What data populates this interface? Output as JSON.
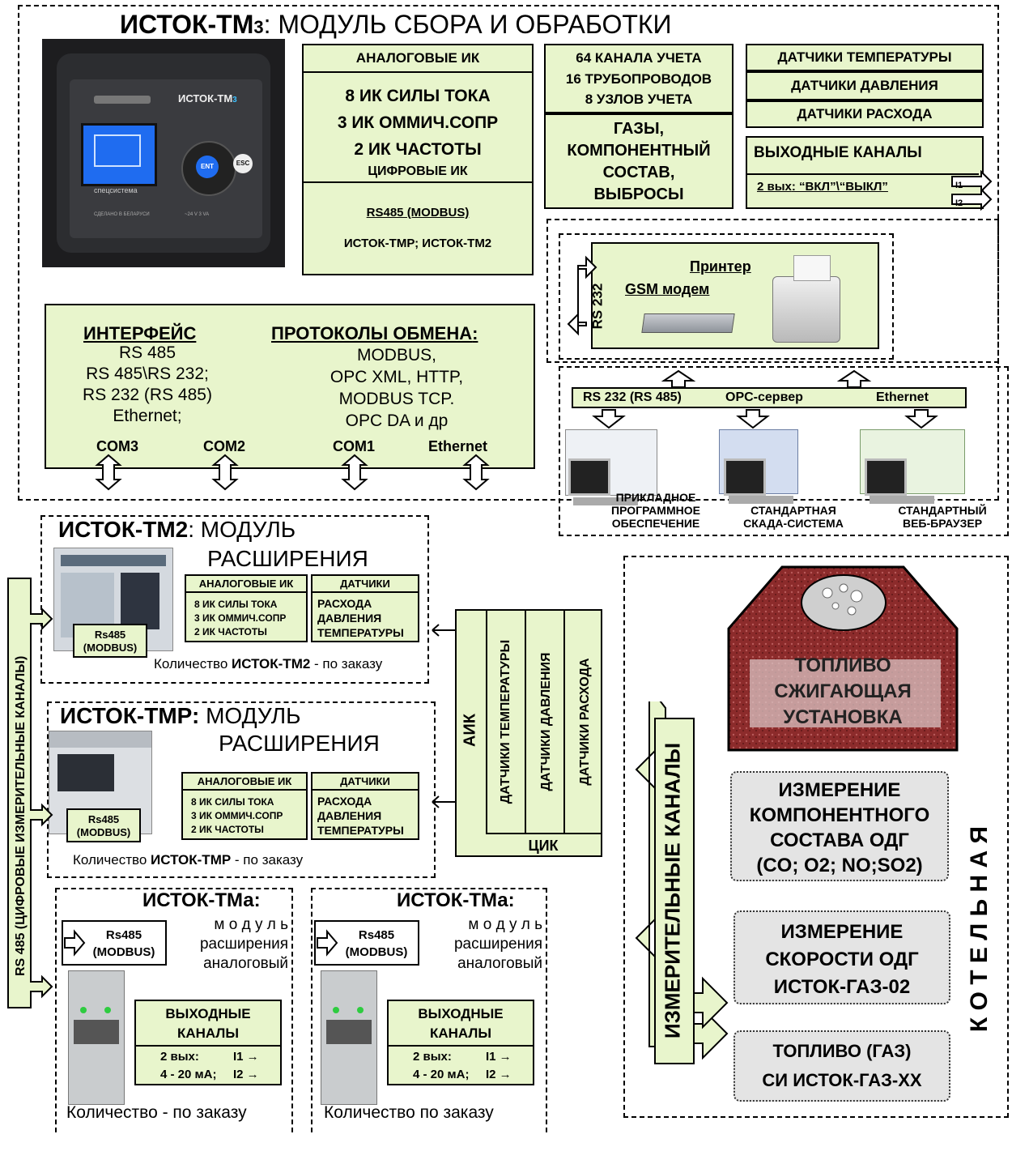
{
  "tm3": {
    "title_bold": "ИСТОК-ТМ",
    "title_sub": "3",
    "title_rest": ":   МОДУЛЬ СБОРА И ОБРАБОТКИ",
    "device_brand": "ИСТОК-ТМ",
    "device_brand_sub": "3",
    "device_maker": "спецсистема",
    "device_made": "СДЕЛАНО В БЕЛАРУСИ",
    "device_power": "~24 V   3 VA",
    "btn_ent": "ENT",
    "btn_esc": "ESC",
    "analog_header": "АНАЛОГОВЫЕ ИК",
    "analog_items": [
      "8 ИК СИЛЫ ТОКА",
      "3 ИК ОММИЧ.СОПР",
      "2 ИК ЧАСТОТЫ"
    ],
    "digital_label": "ЦИФРОВЫЕ ИК",
    "rs485_label": "RS485 (MODBUS)",
    "ext_modules": "ИСТОК-ТМР; ИСТОК-ТМ2",
    "accounting": [
      "64 КАНАЛА УЧЕТА",
      "16 ТРУБОПРОВОДОВ",
      "8 УЗЛОВ УЧЕТА"
    ],
    "gases": [
      "ГАЗЫ,",
      "КОМПОНЕНТНЫЙ",
      "СОСТАВ,",
      "ВЫБРОСЫ"
    ],
    "sensors": [
      "ДАТЧИКИ ТЕМПЕРАТУРЫ",
      "ДАТЧИКИ ДАВЛЕНИЯ",
      "ДАТЧИКИ РАСХОДА"
    ],
    "outputs_title": "ВЫХОДНЫЕ  КАНАЛЫ",
    "outputs_line_a": "2 вых",
    "outputs_line_b": ":  “ВКЛ”\\“ВЫКЛ”",
    "interface_title": "ИНТЕРФЕЙС",
    "interface_items": [
      "RS 485",
      "RS 485\\RS 232;",
      "RS 232 (RS 485)",
      "Ethernet;"
    ],
    "protocols_title": "ПРОТОКОЛЫ  ОБМЕНА",
    "protocols_items": [
      "MODBUS,",
      "OPC XML, HTTP,",
      "MODBUS TCP.",
      "OPC DA и др"
    ],
    "ports": [
      "COM3",
      "COM2",
      "COM1",
      "Ethernet"
    ]
  },
  "periph": {
    "printer": "Принтер",
    "gsm": "GSM модем",
    "rs232": "RS 232"
  },
  "software": {
    "bar_labels": [
      "RS 232 (RS 485)",
      "OPC-сервер",
      "Ethernet"
    ],
    "pc_labels": [
      [
        "ПРИКЛАДНОЕ",
        "ПРОГРАММНОЕ",
        "ОБЕСПЕЧЕНИЕ"
      ],
      [
        "СТАНДАРТНАЯ",
        "СКАДА-СИСТЕМА"
      ],
      [
        "СТАНДАРТНЫЙ",
        "ВЕБ-БРАУЗЕР"
      ]
    ]
  },
  "tm2": {
    "title_bold": "ИСТОК-ТМ2",
    "title_rest": ": МОДУЛЬ",
    "title_line2": "РАСШИРЕНИЯ",
    "analog_header": "АНАЛОГОВЫЕ ИК",
    "analog_items": [
      "8 ИК СИЛЫ ТОКА",
      "3 ИК ОММИЧ.СОПР",
      "2 ИК ЧАСТОТЫ"
    ],
    "sensor_header": "ДАТЧИКИ",
    "sensor_items": [
      "РАСХОДА",
      "ДАВЛЕНИЯ",
      "ТЕМПЕРАТУРЫ"
    ],
    "rs_label": [
      "Rs485",
      "(MODBUS)"
    ],
    "qty_a": "Количество ",
    "qty_b": "ИСТОК-ТМ2",
    "qty_c": " - по заказу"
  },
  "tmp": {
    "title_bold": "ИСТОК-ТМР:",
    "title_rest": "  МОДУЛЬ",
    "title_line2": "РАСШИРЕНИЯ",
    "analog_header": "АНАЛОГОВЫЕ ИК",
    "analog_items": [
      "8 ИК СИЛЫ ТОКА",
      "3 ИК ОММИЧ.СОПР",
      "2 ИК ЧАСТОТЫ"
    ],
    "sensor_header": "ДАТЧИКИ",
    "sensor_items": [
      "РАСХОДА",
      "ДАВЛЕНИЯ",
      "ТЕМПЕРАТУРЫ"
    ],
    "rs_label": [
      "Rs485",
      "(MODBUS)"
    ],
    "qty_a": "Количество ",
    "qty_b": "ИСТОК-ТМР",
    "qty_c": " -   по заказу"
  },
  "aik": {
    "aik": "АИК",
    "cols": [
      "ДАТЧИКИ ТЕМПЕРАТУРЫ",
      "ДАТЧИКИ ДАВЛЕНИЯ",
      "ДАТЧИКИ РАСХОДА"
    ],
    "cik": "ЦИК"
  },
  "bus": {
    "label": "RS 485    (ЦИФРОВЫЕ ИЗМЕРИТЕЛЬНЫЕ КАНАЛЫ)"
  },
  "tma": {
    "title": "ИСТОК-ТМа:",
    "sub": [
      "м о д у л ь",
      "расширения",
      "аналоговый"
    ],
    "rs_label": [
      "Rs485",
      "(MODBUS)"
    ],
    "out_title": [
      "ВЫХОДНЫЕ",
      "КАНАЛЫ"
    ],
    "out_lines": [
      "2 вых:",
      "4 - 20 мА;"
    ],
    "out_currents": [
      "I1 →",
      "I2 →"
    ],
    "qty_left": "Количество - по заказу",
    "qty_right": "Количество    по заказу"
  },
  "boiler": {
    "fuel": [
      "ТОПЛИВО",
      "СЖИГАЮЩАЯ",
      "УСТАНОВКА"
    ],
    "channels": "ИЗМЕРИТЕЛЬНЫЕ   КАНАЛЫ",
    "m1": [
      "ИЗМЕРЕНИЕ",
      "КОМПОНЕНТНОГО",
      "СОСТАВА ОДГ",
      "(CO; O2; NO;SO2)"
    ],
    "m2": [
      "ИЗМЕРЕНИЕ",
      "СКОРОСТИ ОДГ",
      "ИСТОК-ГАЗ-02"
    ],
    "m3": [
      "ТОПЛИВО (ГАЗ)",
      "СИ  ИСТОК-ГАЗ-ХХ"
    ],
    "room": "К О Т Е Л Ь Н А Я"
  }
}
